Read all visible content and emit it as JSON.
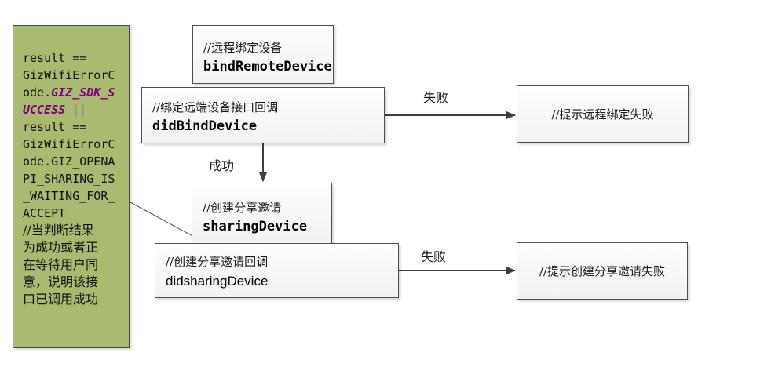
{
  "diagram_title": "remote-bind-and-share-flow",
  "note": {
    "bg_color": "#a8bb70",
    "keyword_color": "#80007f",
    "segments": {
      "code_black_1": "result ==\nGizWifiErrorC\node.",
      "code_keyword_purple": "GIZ_SDK_S\nUCCESS",
      "code_operator_gray": " ||",
      "code_black_2": "\nresult ==\nGizWifiErrorC\node.GIZ_OPENA\nPI_SHARING_IS\n_WAITING_FOR_\nACCEPT",
      "comment_cjk": "\n//当判断结果\n为成功或者正\n在等待用户同\n意，说明该接\n口已调用成功"
    }
  },
  "nodes": {
    "bind_remote": {
      "comment": "//远程绑定设备",
      "method": "bindRemoteDevice"
    },
    "did_bind": {
      "comment": "//绑定远端设备接口回调",
      "method": "didBindDevice"
    },
    "sharing": {
      "comment": "//创建分享邀请",
      "method": "sharingDevice"
    },
    "did_sharing": {
      "comment": "//创建分享邀请回调",
      "method": "didsharingDevice"
    },
    "bind_fail_hint": {
      "comment": "//提示远程绑定失败"
    },
    "sharing_fail_hint": {
      "comment": "//提示创建分享邀请失败"
    }
  },
  "edge_labels": {
    "bind_fail": "失败",
    "bind_success": "成功",
    "sharing_fail": "失败"
  },
  "colors": {
    "arrow": "#3f3f3f",
    "node_border": "#4d4d4d",
    "note_border": "#454545"
  }
}
